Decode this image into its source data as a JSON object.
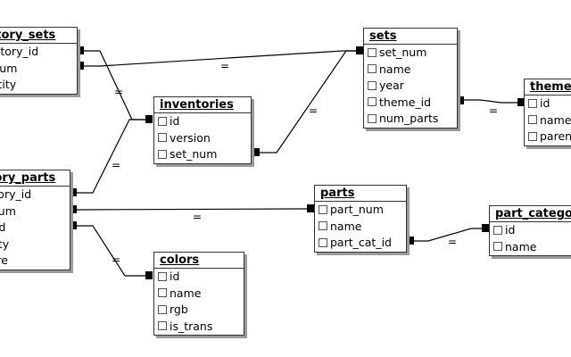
{
  "tables": {
    "inventory_sets": {
      "title": "inventory_sets",
      "fields": [
        "inventory_id",
        "set_num",
        "quantity"
      ]
    },
    "sets": {
      "title": "sets",
      "fields": [
        "set_num",
        "name",
        "year",
        "theme_id",
        "num_parts"
      ]
    },
    "themes": {
      "title": "themes",
      "fields": [
        "id",
        "name",
        "parent_id"
      ]
    },
    "inventories": {
      "title": "inventories",
      "fields": [
        "id",
        "version",
        "set_num"
      ]
    },
    "inventory_parts": {
      "title": "inventory_parts",
      "fields": [
        "inventory_id",
        "part_num",
        "color_id",
        "quantity",
        "is_spare"
      ]
    },
    "parts": {
      "title": "parts",
      "fields": [
        "part_num",
        "name",
        "part_cat_id"
      ]
    },
    "part_categories": {
      "title": "part_categories",
      "fields": [
        "id",
        "name"
      ]
    },
    "colors": {
      "title": "colors",
      "fields": [
        "id",
        "name",
        "rgb",
        "is_trans"
      ]
    }
  },
  "relation_symbol": "=",
  "colors": {
    "line": "#000000",
    "box_border": "#333333",
    "shadow": "#9a9a9a"
  }
}
